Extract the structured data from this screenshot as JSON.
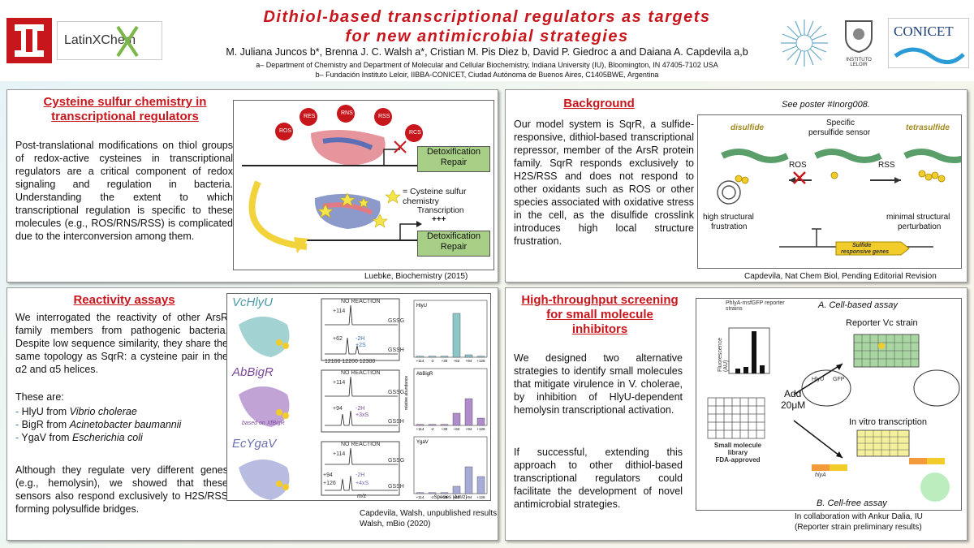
{
  "header": {
    "title_line1": "Dithiol-based transcriptional regulators as targets",
    "title_line2": "for new antimicrobial strategies",
    "authors": "M. Juliana Juncos b*, Brenna J. C. Walsh a*, Cristian M. Pis Diez b, David P. Giedroc a and Daiana A. Capdevila a,b",
    "affil_a": "a– Department of Chemistry and Department of Molecular and Cellular Biochemistry, Indiana University (IU), Bloomington, IN 47405-7102 USA",
    "affil_b": "b– Fundación Instituto Leloir, IIBBA-CONICET, Ciudad Autónoma de Buenos Aires, C1405BWE, Argentina",
    "logo_latinxchem": "LatinXChem",
    "logo_leloir": "INSTITUTO LELOIR",
    "logo_conicet": "CONICET"
  },
  "panel1": {
    "title_line1": "Cysteine sulfur chemistry in",
    "title_line2": "transcriptional regulators",
    "text": "Post-translational modifications on thiol groups of redox-active cysteines in transcriptional regulators are a critical component of redox signaling and regulation in bacteria. Understanding the extent to which transcriptional regulation is specific to these molecules (e.g., ROS/RNS/RSS) is complicated due to the interconversion among them.",
    "fig": {
      "ros": "ROS",
      "res": "RES",
      "rns": "RNS",
      "rss": "RSS",
      "rcs": "RCS",
      "detox1": "Detoxification",
      "repair1": "Repair",
      "detox2": "Detoxification",
      "repair2": "Repair",
      "legend": "= Cysteine sulfur chemistry",
      "transcription": "Transcription",
      "plus": "+++"
    },
    "caption": "Luebke, Biochemistry (2015)"
  },
  "panel2": {
    "title": "Background",
    "see_poster": "See poster #Inorg008.",
    "text": "Our model system is SqrR, a sulfide-responsive, dithiol-based transcriptional repressor, member of the ArsR protein family. SqrR responds exclusively to H2S/RSS and does not respond to other oxidants such as ROS or other species associated with oxidative stress in the cell, as the disulfide crosslink introduces high local structure frustration.",
    "fig": {
      "disulfide": "disulfide",
      "specific": "Specific",
      "persulfide": "persulfide sensor",
      "tetrasulfide": "tetrasulfide",
      "ros": "ROS",
      "rss": "RSS",
      "high1": "high structural",
      "high2": "frustration",
      "min1": "minimal structural",
      "min2": "perturbation",
      "genes1": "Sulfide",
      "genes2": "responsive genes"
    },
    "caption": "Capdevila, Nat Chem Biol, Pending Editorial Revision"
  },
  "panel3": {
    "title": "Reactivity assays",
    "text1": "We interrogated the reactivity of other ArsR family members from pathogenic bacteria. Despite low sequence similarity, they share the same topology as SqrR: a cysteine pair in the α2 and α5 helices.",
    "these_are": "These are:",
    "items": [
      {
        "name": "HlyU from ",
        "org": "Vibrio cholerae"
      },
      {
        "name": "BigR from ",
        "org": "Acinetobacter baumannii"
      },
      {
        "name": "YgaV from ",
        "org": "Escherichia coli"
      }
    ],
    "text2": "Although they regulate very different genes (e.g., hemolysin), we showed that these sensors also respond exclusively to H2S/RSS forming polysulfide bridges.",
    "fig": {
      "p1": "VcHlyU",
      "p2": "AbBigR",
      "p3": "EcYgaV",
      "based_on": "based on XfBigR",
      "no_reaction": "NO REACTION",
      "gssg": "GSSG",
      "gssh": "GSSH",
      "m1": "+114",
      "m2": "+62",
      "m3": "-2H",
      "m4": "+2S",
      "m5": "+94",
      "m6": "+3xS",
      "m7": "+126",
      "m8": "+4xS",
      "mz": "m/z",
      "mz_ticks": "12100  12200  12300",
      "bar_titles": [
        "HlyU",
        "AbBigR",
        "YgaV"
      ],
      "ylabel": "relative abundance",
      "xlabel": "Species (Δm/z)"
    },
    "caption1": "Capdevila, Walsh, unpublished results",
    "caption2": "Walsh, mBio (2020)"
  },
  "panel4": {
    "title_line1": "High-throughput screening",
    "title_line2": "for small molecule",
    "title_line3": "inhibitors",
    "text1": "We designed two alternative strategies to identify small molecules that mitigate virulence in V. cholerae, by inhibition of HlyU-dependent hemolysin transcriptional activation.",
    "text2": "If successful, extending this approach to other dithiol-based transcriptional regulators could facilitate the development of novel antimicrobial strategies.",
    "fig": {
      "reporter": "PhlyA-msfGFP reporter strains",
      "cell_assay": "A. Cell-based assay",
      "reporter_vc": "Reporter Vc strain",
      "add": "Add",
      "conc": "20μM",
      "invitro": "In vitro transcription",
      "library1": "Small molecule",
      "library2": "library",
      "library3": "FDA-approved",
      "cellfree": "B. Cell-free assay",
      "hlyu": "HlyU",
      "gfp": "GFP",
      "hlya": "hlyA",
      "fluor": "Fluorescence (AU)"
    },
    "caption1": "In collaboration with Ankur Dalia, IU",
    "caption2": "(Reporter strain preliminary results)"
  },
  "chart_data": {
    "type": "bar",
    "categories": [
      "+114",
      "-2",
      "+30",
      "+62",
      "+94",
      "+126"
    ],
    "series": [
      {
        "name": "HlyU",
        "values": [
          0.02,
          0.02,
          0.02,
          0.9,
          0.05,
          0.02
        ]
      },
      {
        "name": "AbBigR",
        "values": [
          0.02,
          0.02,
          0.02,
          0.25,
          0.55,
          0.15
        ]
      },
      {
        "name": "YgaV",
        "values": [
          0.02,
          0.02,
          0.02,
          0.15,
          0.55,
          0.35
        ]
      }
    ],
    "xlabel": "Species (Δm/z)",
    "ylabel": "relative abundance",
    "ylim": [
      0,
      1
    ]
  }
}
